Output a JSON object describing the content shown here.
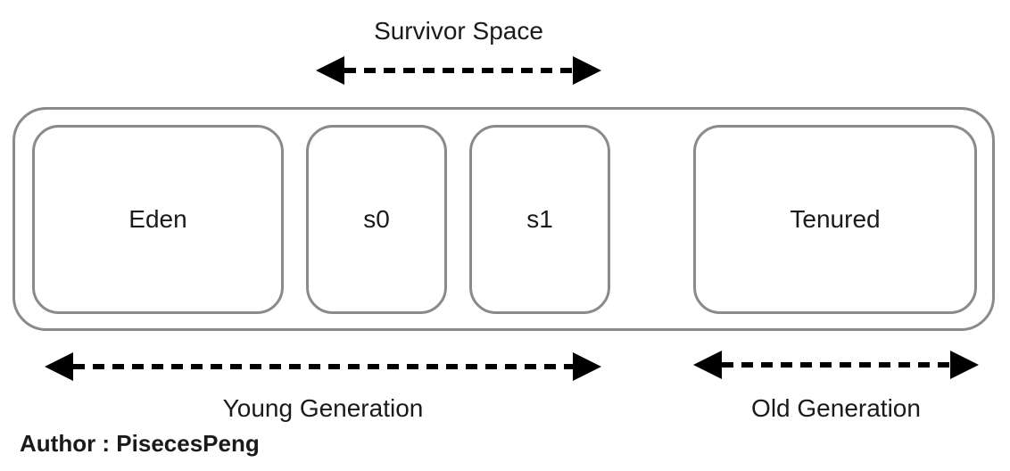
{
  "diagram": {
    "survivor_space_label": "Survivor Space",
    "young_generation_label": "Young Generation",
    "old_generation_label": "Old Generation",
    "regions": {
      "eden": "Eden",
      "s0": "s0",
      "s1": "s1",
      "tenured": "Tenured"
    }
  },
  "author": "Author : PisecesPeng",
  "colors": {
    "box_stroke": "#8a898d",
    "arrow": "#000000",
    "text": "#1a1a1a"
  }
}
